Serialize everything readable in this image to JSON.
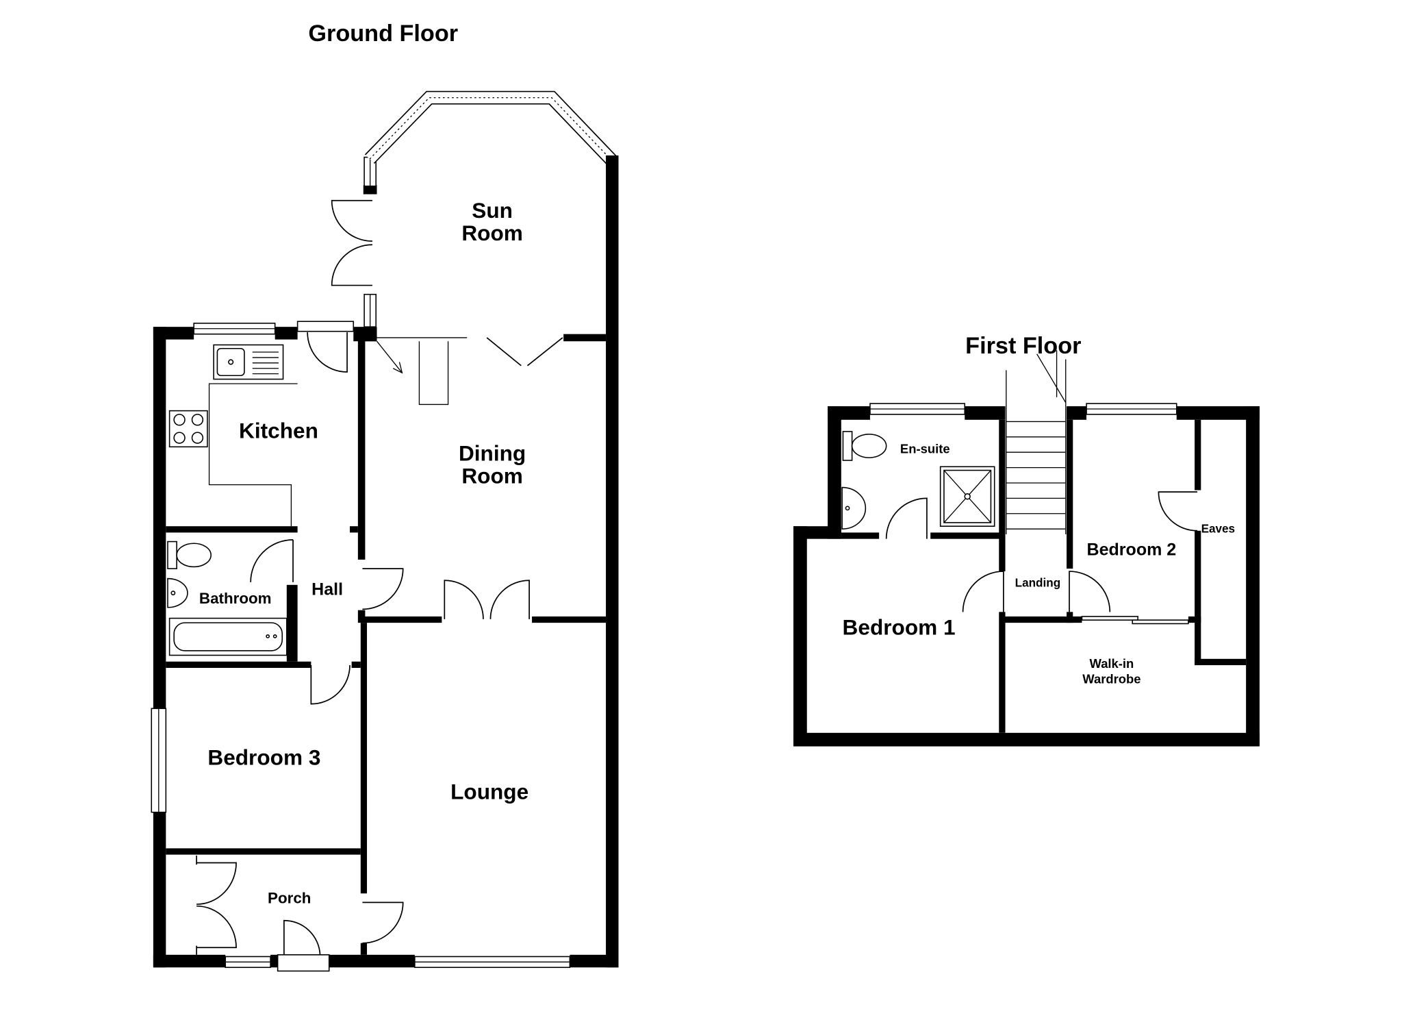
{
  "ground_floor": {
    "title": "Ground Floor",
    "rooms": {
      "sun_room": [
        "Sun",
        "Room"
      ],
      "dining_room": [
        "Dining",
        "Room"
      ],
      "kitchen": "Kitchen",
      "bathroom": "Bathroom",
      "hall": "Hall",
      "bedroom_3": "Bedroom 3",
      "lounge": "Lounge",
      "porch": "Porch"
    }
  },
  "first_floor": {
    "title": "First Floor",
    "rooms": {
      "en_suite": "En-suite",
      "bedroom_2": "Bedroom 2",
      "eaves": "Eaves",
      "landing": "Landing",
      "bedroom_1": "Bedroom 1",
      "walk_in_wardrobe": [
        "Walk-in",
        "Wardrobe"
      ]
    }
  },
  "colors": {
    "wall": "#000000",
    "background": "#ffffff"
  }
}
